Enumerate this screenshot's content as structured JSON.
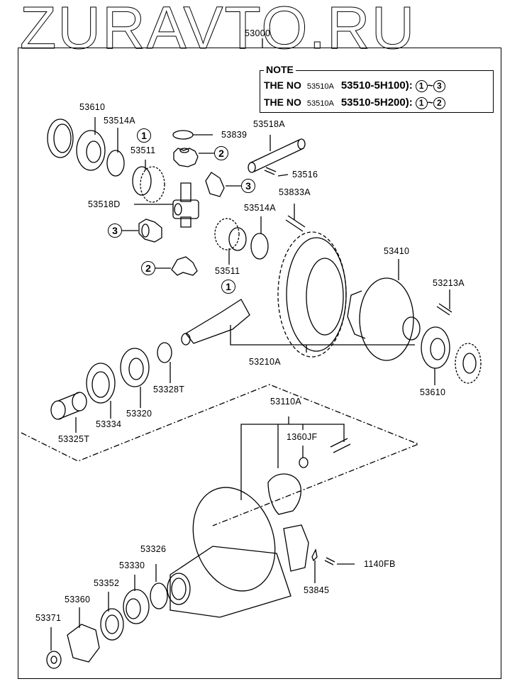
{
  "watermark": "ZURAVTO.RU",
  "assembly": {
    "part_no": "53000"
  },
  "note": {
    "title": "NOTE",
    "rows": [
      {
        "prefix": "THE NO",
        "ref": "53510A",
        "part": "53510-5H100):",
        "range_from": "1",
        "tilde": "~",
        "range_to": "3"
      },
      {
        "prefix": "THE NO",
        "ref": "53510A",
        "part": "53510-5H200):",
        "range_from": "1",
        "tilde": "~",
        "range_to": "2"
      }
    ]
  },
  "labels": {
    "bearing_left": "53610",
    "washer_left": "53514A",
    "callout_1_top": "1",
    "side_gear_left": "53511",
    "washer_top": "53839",
    "callout_2_top": "2",
    "pinion_shaft": "53518A",
    "callout_3_top": "3",
    "lock_pin": "53516",
    "spider": "53518D",
    "bolt_ring": "53833A",
    "washer_right": "53514A",
    "callout_3_mid": "3",
    "side_gear_right": "53511",
    "callout_2_bottom": "2",
    "callout_1_bottom": "1",
    "diff_case": "53410",
    "case_bolt": "53213A",
    "bearing_right": "53610",
    "ring_pinion_set": "53210A",
    "shim": "53328T",
    "pinion_bearing_inner": "53320",
    "pinion_bearing_race": "53334",
    "spacer": "53325T",
    "carrier_assembly": "53110A",
    "carrier_part": "1360JF",
    "bolt_bracket": "1140FB",
    "bracket": "53845",
    "oil_seal_washer": "53326",
    "oil_seal": "53330",
    "front_bearing": "53352",
    "companion_flange": "53360",
    "flange_nut": "53371"
  }
}
